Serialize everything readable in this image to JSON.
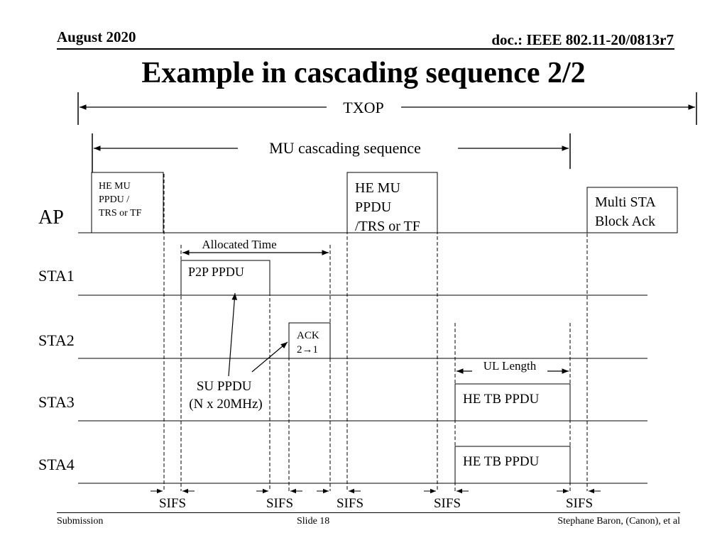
{
  "header": {
    "date": "August 2020",
    "doc": "doc.: IEEE 802.11-20/0813r7"
  },
  "slide": {
    "title": "Example in cascading sequence 2/2"
  },
  "diagram": {
    "txop_label": "TXOP",
    "mu_sequence_label": "MU cascading sequence",
    "rows": {
      "ap": "AP",
      "sta1": "STA1",
      "sta2": "STA2",
      "sta3": "STA3",
      "sta4": "STA4"
    },
    "boxes": {
      "ap_frame1": [
        "HE MU",
        "PPDU /",
        "TRS or TF"
      ],
      "ap_frame2": [
        "HE MU",
        "PPDU",
        "/TRS or TF"
      ],
      "ap_multi_sta": [
        "Multi STA",
        "Block Ack"
      ],
      "sta1_p2p": "P2P PPDU",
      "sta2_ack": [
        "ACK",
        "2→1"
      ],
      "sta3_tb": "HE TB PPDU",
      "sta4_tb": "HE TB PPDU"
    },
    "allocated_time_label": "Allocated Time",
    "ul_length_label": "UL Length",
    "su_ppdu_label": [
      "SU PPDU",
      "(N x 20MHz)"
    ],
    "sifs_label": "SIFS"
  },
  "footer": {
    "left": "Submission",
    "center": "Slide 18",
    "right": "Stephane Baron, (Canon), et al"
  }
}
